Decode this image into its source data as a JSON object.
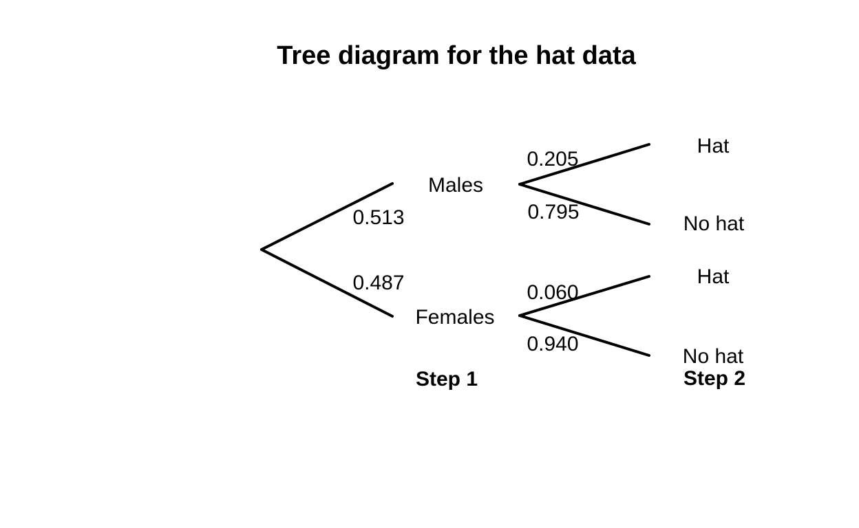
{
  "title": "Tree diagram for the hat data",
  "diagram": {
    "type": "probability-tree",
    "colors": {
      "background": "#ffffff",
      "line": "#000000",
      "text": "#000000"
    },
    "steps": {
      "step1_label": "Step 1",
      "step2_label": "Step 2"
    },
    "root": {
      "branches": [
        {
          "probability": "0.513",
          "node": "Males",
          "children": [
            {
              "probability": "0.205",
              "outcome": "Hat"
            },
            {
              "probability": "0.795",
              "outcome": "No hat"
            }
          ]
        },
        {
          "probability": "0.487",
          "node": "Females",
          "children": [
            {
              "probability": "0.060",
              "outcome": "Hat"
            },
            {
              "probability": "0.940",
              "outcome": "No hat"
            }
          ]
        }
      ]
    }
  }
}
